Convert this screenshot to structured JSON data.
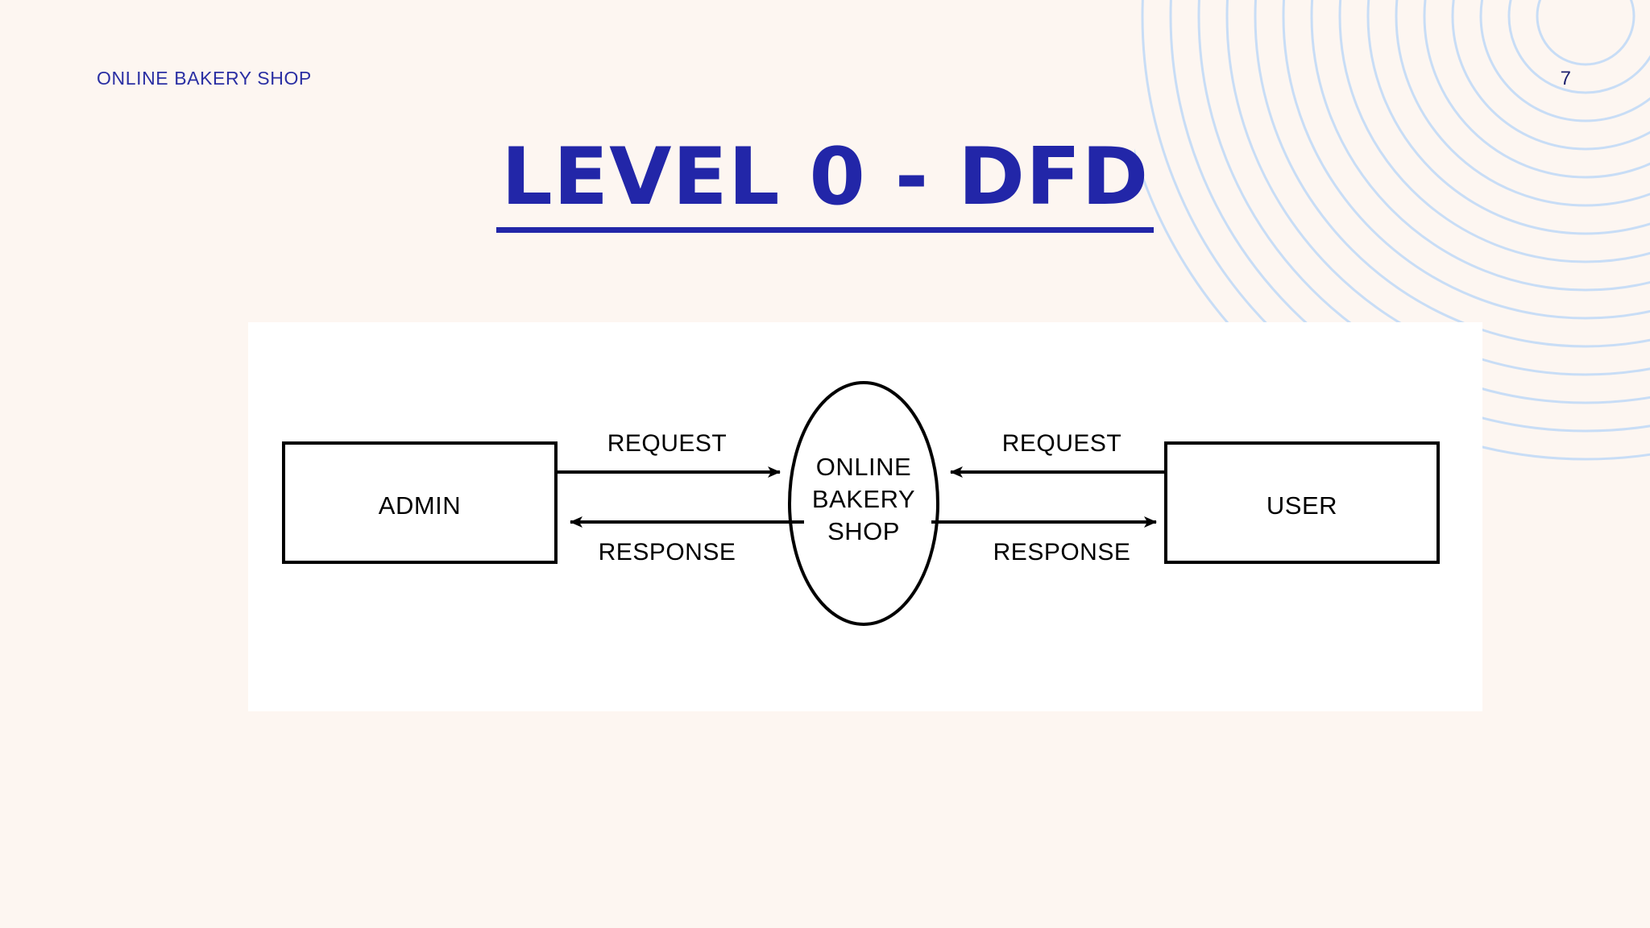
{
  "slide": {
    "header_title": "ONLINE BAKERY SHOP",
    "page_number": "7",
    "title": "LEVEL 0 - DFD",
    "accent_color": "#2226a8",
    "header_color": "#2a2fa3",
    "background_color": "#fdf6f1",
    "panel_color": "#ffffff",
    "decoration": "concentric-circles-icon"
  },
  "diagram": {
    "type": "data-flow-diagram",
    "level": "0",
    "entities": [
      {
        "id": "admin",
        "shape": "rectangle",
        "label": "ADMIN"
      },
      {
        "id": "user",
        "shape": "rectangle",
        "label": "USER"
      }
    ],
    "process": {
      "id": "online-bakery-shop",
      "shape": "ellipse",
      "label_lines": [
        "ONLINE",
        "BAKERY",
        "SHOP"
      ]
    },
    "flows": [
      {
        "id": "admin-request",
        "from": "admin",
        "to": "online-bakery-shop",
        "label": "REQUEST",
        "direction": "right"
      },
      {
        "id": "admin-response",
        "from": "online-bakery-shop",
        "to": "admin",
        "label": "RESPONSE",
        "direction": "left"
      },
      {
        "id": "user-request",
        "from": "user",
        "to": "online-bakery-shop",
        "label": "REQUEST",
        "direction": "left"
      },
      {
        "id": "user-response",
        "from": "online-bakery-shop",
        "to": "user",
        "label": "RESPONSE",
        "direction": "right"
      }
    ]
  }
}
